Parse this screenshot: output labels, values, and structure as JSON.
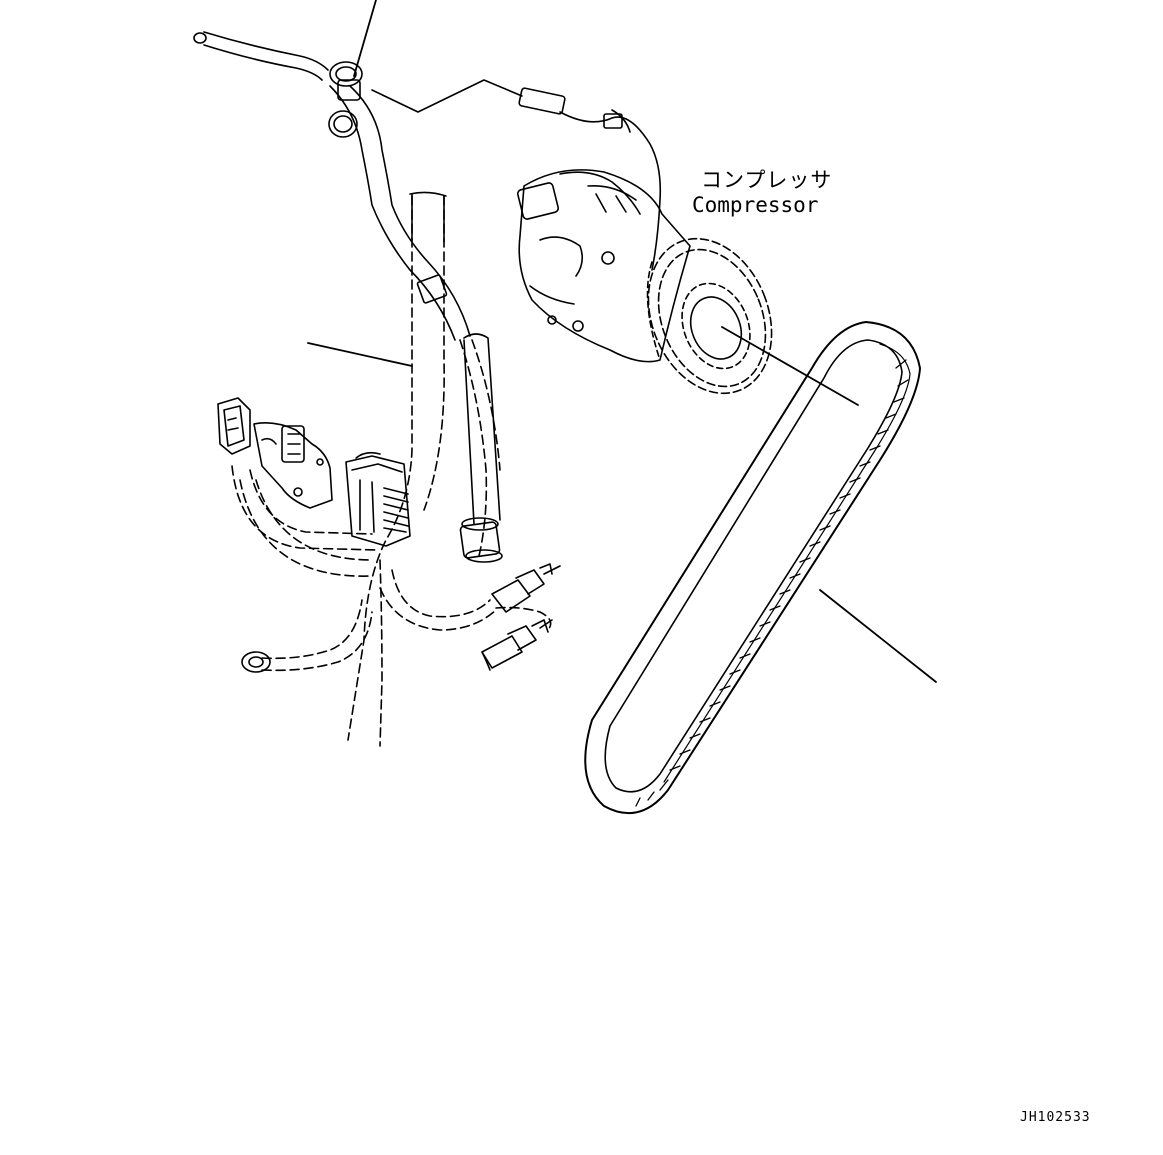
{
  "labels": {
    "compressor_jp": "コンプレッサ",
    "compressor_en": "Compressor"
  },
  "drawing_number": "JH102533",
  "colors": {
    "line": "#000000",
    "background": "#ffffff"
  }
}
